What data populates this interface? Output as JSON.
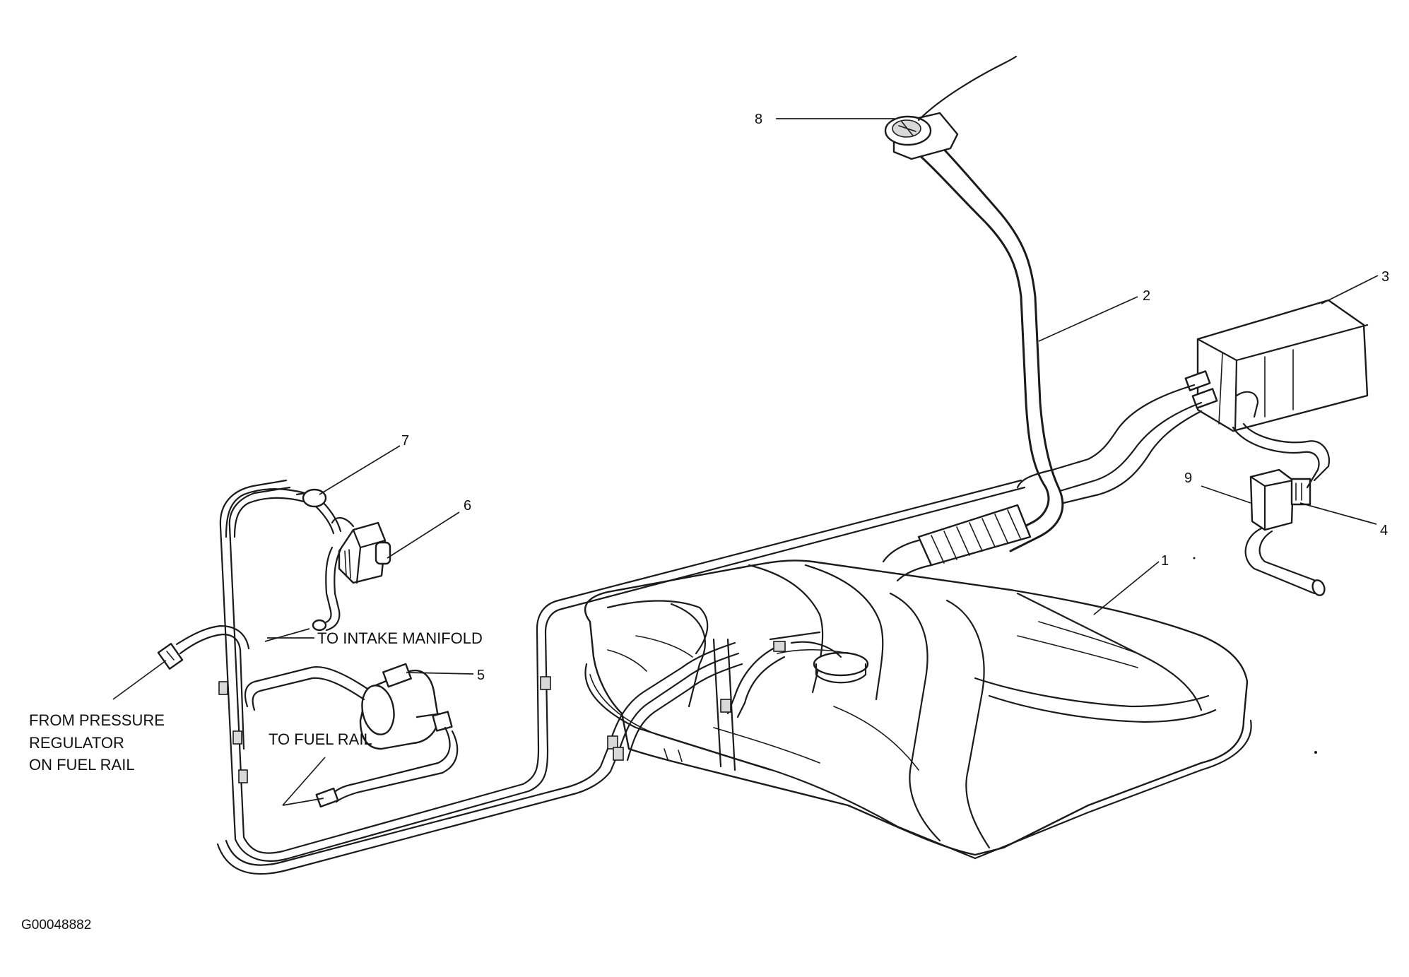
{
  "callouts": {
    "c1": "1",
    "c2": "2",
    "c3": "3",
    "c4": "4",
    "c5": "5",
    "c6": "6",
    "c7": "7",
    "c8": "8",
    "c9": "9"
  },
  "annotations": {
    "to_intake_manifold": "TO INTAKE MANIFOLD",
    "to_fuel_rail": "TO FUEL RAIL",
    "from_pressure_regulator": [
      "FROM PRESSURE",
      "REGULATOR",
      "ON FUEL RAIL"
    ]
  },
  "figure_id": "G00048882",
  "colors": {
    "ink": "#1b1b1b",
    "background": "#ffffff"
  }
}
